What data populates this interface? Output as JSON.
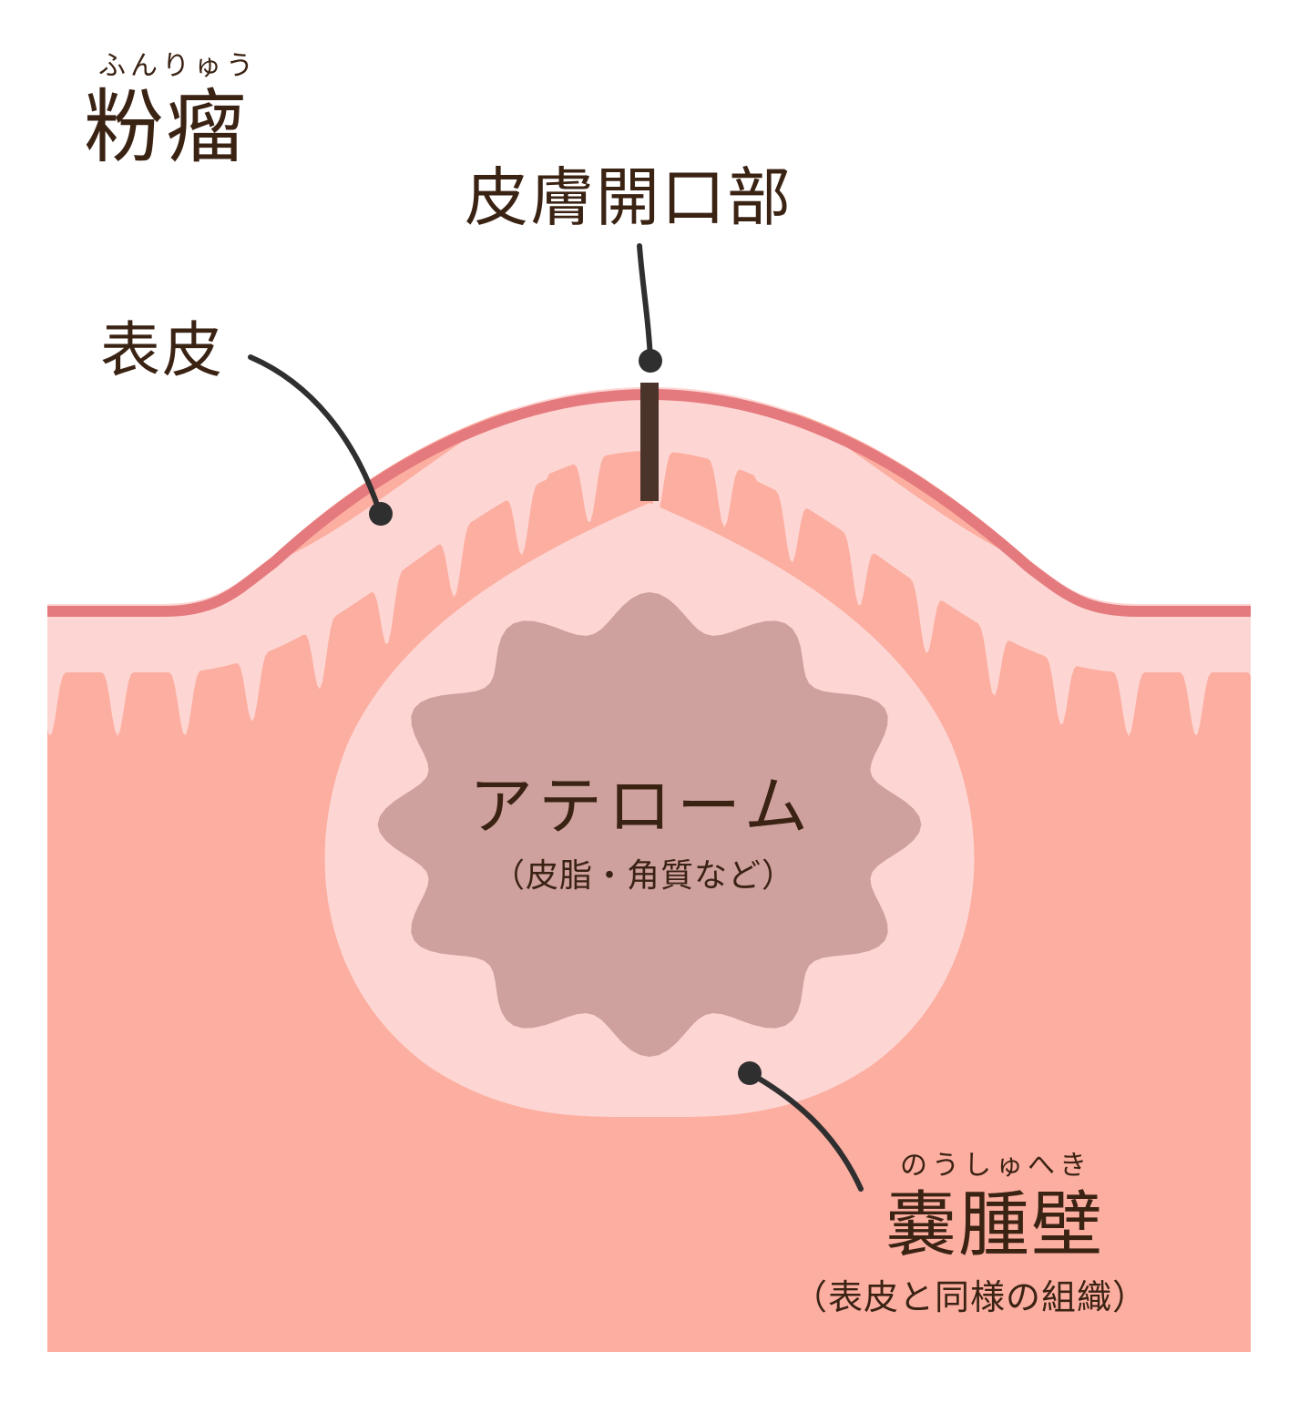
{
  "title": {
    "ruby": "ふんりゅう",
    "text": "粉瘤"
  },
  "labels": {
    "pore": "皮膚開口部",
    "epidermis": "表皮",
    "atheroma": "アテローム",
    "atheroma_sub": "（皮脂・角質など）",
    "wall_ruby": "のうしゅへき",
    "wall": "嚢腫壁",
    "wall_sub": "（表皮と同様の組織）"
  },
  "colors": {
    "dermis": "#fcaea0",
    "epidermis": "#fdd6d4",
    "surface_line": "#e57a7e",
    "cyst_wall": "#fdd6d4",
    "atheroma": "#cfa19e",
    "pore": "#4a3328",
    "leader": "#2f2f2f",
    "text": "#3b2314"
  }
}
